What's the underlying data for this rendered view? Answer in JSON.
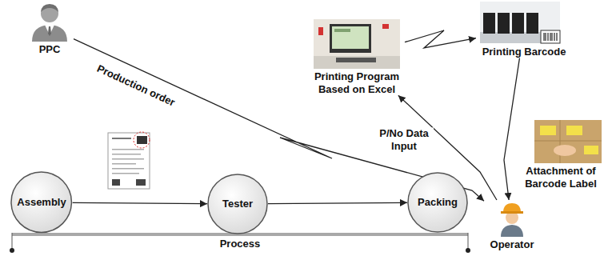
{
  "diagram": {
    "nodes": [
      {
        "text": [
          "PPC"
        ]
      },
      {
        "text": [
          "Printing Program Based on Excel"
        ]
      },
      {
        "text": [
          "Printing Barcode"
        ]
      },
      {
        "text": [
          "Attachment of Barcode Label"
        ]
      },
      {
        "text": [
          "Assembly"
        ]
      },
      {
        "text": [
          "Tester"
        ]
      },
      {
        "text": [
          "Packing"
        ]
      },
      {
        "text": [
          "Operator"
        ]
      }
    ],
    "edges": [
      {
        "from": 0,
        "to": 7,
        "label": "Production order",
        "arrow": "to"
      },
      {
        "from": 4,
        "to": 5,
        "arrow": "to"
      },
      {
        "from": 5,
        "to": 6,
        "arrow": "to"
      },
      {
        "from": 7,
        "to": 1,
        "label": "P/No Data Input",
        "arrow": "to"
      },
      {
        "from": 1,
        "to": 2,
        "arrow": "to"
      },
      {
        "from": 2,
        "to": 7,
        "arrow": "to"
      }
    ],
    "labels": [
      "Process"
    ]
  }
}
